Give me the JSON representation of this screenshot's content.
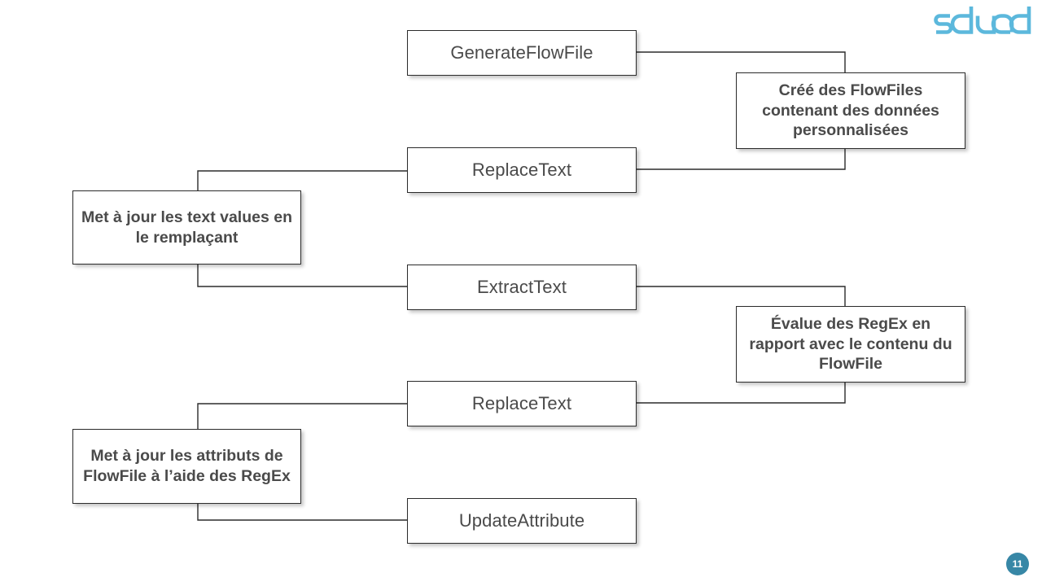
{
  "slide": {
    "page_number": "11",
    "logo_text": "squad",
    "accent_color": "#5cb8dc",
    "badge_color": "#3787a6",
    "box_border_color": "#2b2b2b",
    "text_color": "#4a4a4a"
  },
  "processors": [
    {
      "id": "generateflowfile",
      "label": "GenerateFlowFile"
    },
    {
      "id": "replacetext-1",
      "label": "ReplaceText"
    },
    {
      "id": "extracttext",
      "label": "ExtractText"
    },
    {
      "id": "replacetext-2",
      "label": "ReplaceText"
    },
    {
      "id": "updateattribute",
      "label": "UpdateAttribute"
    }
  ],
  "callouts": [
    {
      "id": "create",
      "side": "right",
      "label": "Créé des FlowFiles contenant des données personnalisées"
    },
    {
      "id": "replace",
      "side": "left",
      "label": "Met à jour les text values en le remplaçant"
    },
    {
      "id": "regex",
      "side": "right",
      "label": "Évalue des RegEx en rapport avec le contenu du FlowFile"
    },
    {
      "id": "attrs",
      "side": "left",
      "label": "Met à jour les attributs de FlowFile à l’aide des RegEx"
    }
  ]
}
